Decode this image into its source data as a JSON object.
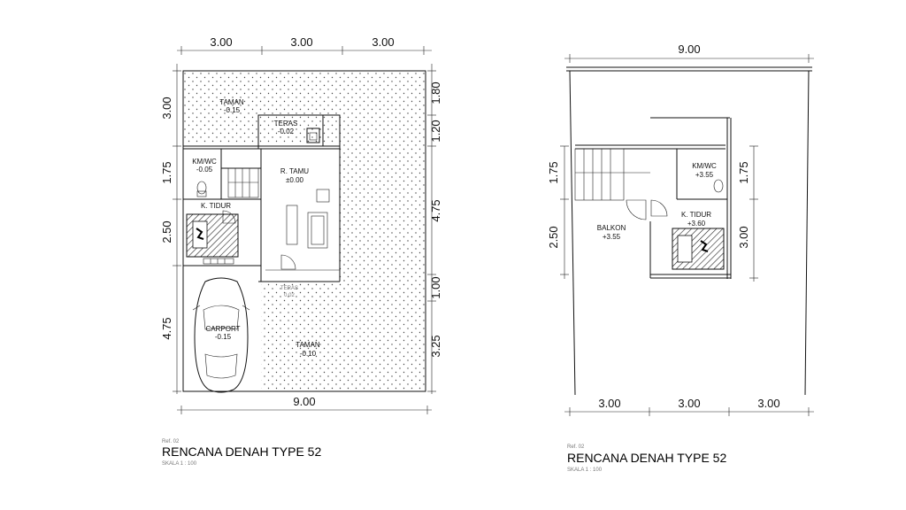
{
  "plans": [
    {
      "id": "ground",
      "dims_top": [
        "3.00",
        "3.00",
        "3.00"
      ],
      "dim_bottom": "9.00",
      "dims_left": [
        "3.00",
        "1.75",
        "2.50",
        "4.75"
      ],
      "dims_right": [
        "1.80",
        "1.20",
        "4.75",
        "1.00",
        "3.25"
      ],
      "rooms": [
        {
          "key": "taman_top",
          "name": "TAMAN",
          "level": "-0.15"
        },
        {
          "key": "teras_top",
          "name": "TERAS",
          "level": "-0.02"
        },
        {
          "key": "kmwc",
          "name": "KM/WC",
          "level": "-0.05"
        },
        {
          "key": "r_tamu",
          "name": "R. TAMU",
          "level": "±0.00"
        },
        {
          "key": "k_tidur",
          "name": "K. TIDUR",
          "level": ""
        },
        {
          "key": "teras_bottom",
          "name": "TERAS",
          "level": "0.02"
        },
        {
          "key": "carport",
          "name": "CARPORT",
          "level": "-0.15"
        },
        {
          "key": "taman_bottom",
          "name": "TAMAN",
          "level": "-0.10"
        }
      ],
      "caption_top": "Ref. 02",
      "title": "RENCANA DENAH TYPE 52",
      "scale": "SKALA 1 : 100"
    },
    {
      "id": "upper",
      "dim_top": "9.00",
      "dims_bottom": [
        "3.00",
        "3.00",
        "3.00"
      ],
      "dims_left": [
        "1.75",
        "2.50"
      ],
      "dims_right": [
        "1.75",
        "3.00"
      ],
      "rooms": [
        {
          "key": "kmwc",
          "name": "KM/WC",
          "level": "+3.55"
        },
        {
          "key": "balkon",
          "name": "BALKON",
          "level": "+3.55"
        },
        {
          "key": "k_tidur",
          "name": "K. TIDUR",
          "level": "+3.60"
        }
      ],
      "caption_top": "Ref. 02",
      "title": "RENCANA DENAH TYPE 52",
      "scale": "SKALA 1 : 100"
    }
  ]
}
